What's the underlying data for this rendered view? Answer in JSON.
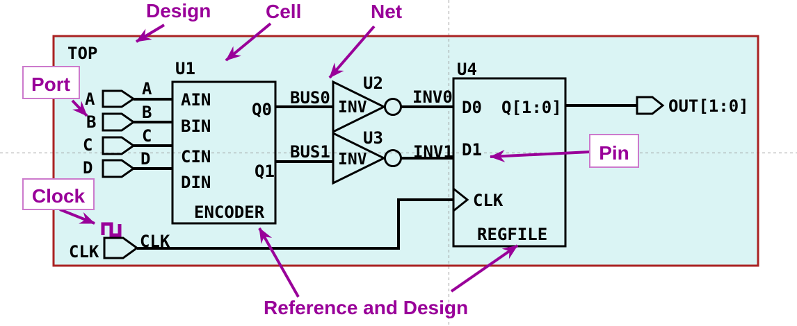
{
  "annotations": {
    "design": "Design",
    "cell": "Cell",
    "net": "Net",
    "port": "Port",
    "clock": "Clock",
    "pin": "Pin",
    "reference": "Reference and Design"
  },
  "schematic": {
    "design_name": "TOP",
    "u1": {
      "instance": "U1",
      "reference": "ENCODER",
      "pin_ain": "AIN",
      "pin_bin": "BIN",
      "pin_cin": "CIN",
      "pin_din": "DIN",
      "pin_q0": "Q0",
      "pin_q1": "Q1"
    },
    "u2": {
      "instance": "U2",
      "reference": "INV"
    },
    "u3": {
      "instance": "U3",
      "reference": "INV"
    },
    "u4": {
      "instance": "U4",
      "reference": "REGFILE",
      "pin_d0": "D0",
      "pin_d1": "D1",
      "pin_clk": "CLK",
      "pin_q": "Q[1:0]"
    },
    "ports": {
      "a": "A",
      "b": "B",
      "c": "C",
      "d": "D",
      "clk": "CLK",
      "out": "OUT[1:0]"
    },
    "nets": {
      "a": "A",
      "b": "B",
      "c": "C",
      "d": "D",
      "clk": "CLK",
      "bus0": "BUS0",
      "bus1": "BUS1",
      "inv0": "INV0",
      "inv1": "INV1"
    }
  },
  "colors": {
    "annotation_purple": "#990099",
    "canvas_fill": "#daf4f4",
    "canvas_border": "#aa2222",
    "callout_border": "#cc7acc",
    "wire_black": "#000000",
    "grid_gray": "#999999"
  }
}
